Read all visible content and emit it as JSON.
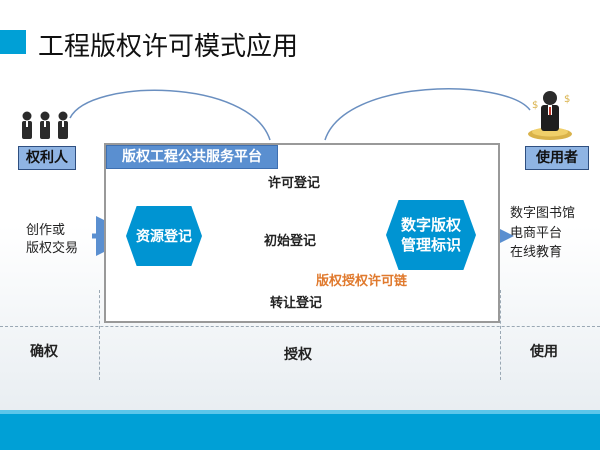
{
  "title": "工程版权许可模式应用",
  "platform_label": "版权工程公共服务平台",
  "roles": {
    "owner": "权利人",
    "user": "使用者"
  },
  "left_text": [
    "创作或",
    "版权交易"
  ],
  "right_text": [
    "数字图书馆",
    "电商平台",
    "在线教育"
  ],
  "steps": {
    "resource": "资源登记",
    "initial": "初始登记",
    "license": "许可登记",
    "transfer": "转让登记",
    "digital": [
      "数字版权",
      "管理标识"
    ]
  },
  "chain_label": "版权授权许可链",
  "stages": {
    "confirm": "确权",
    "authorize": "授权",
    "use": "使用"
  },
  "colors": {
    "accent": "#00a0d6",
    "hex_fill": "#0094d2",
    "chain": "#e07a2e",
    "label_fill": "#8fb4e3"
  },
  "icons": {
    "owner_icon": "people-group-icon",
    "user_icon": "businessman-money-icon"
  }
}
